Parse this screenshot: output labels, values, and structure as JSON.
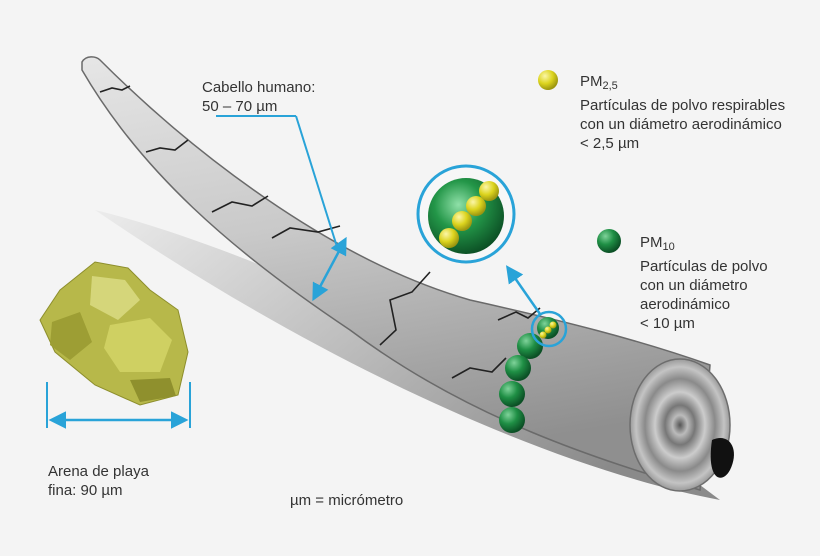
{
  "colors": {
    "background": "#f4f4f4",
    "hair": "#c8c8c8",
    "hair_shadow": "#a8a8a8",
    "arrow": "#29a3d8",
    "pm25": "#d9d21c",
    "pm10": "#157a3a",
    "sand": "#b7b84a",
    "text": "#333333"
  },
  "hair": {
    "title": "Cabello humano:",
    "size": "50 – 70 µm"
  },
  "pm25": {
    "name": "PM",
    "subscript": "2,5",
    "description": [
      "Partículas de polvo respirables",
      "con un diámetro aerodinámico",
      "< 2,5 µm"
    ]
  },
  "pm10": {
    "name": "PM",
    "subscript": "10",
    "description": [
      "Partículas de polvo",
      "con un diámetro",
      "aerodinámico",
      "< 10 µm"
    ]
  },
  "sand": {
    "line1": "Arena de playa",
    "line2": "fina: 90 µm"
  },
  "unit_note": "µm = micrómetro"
}
